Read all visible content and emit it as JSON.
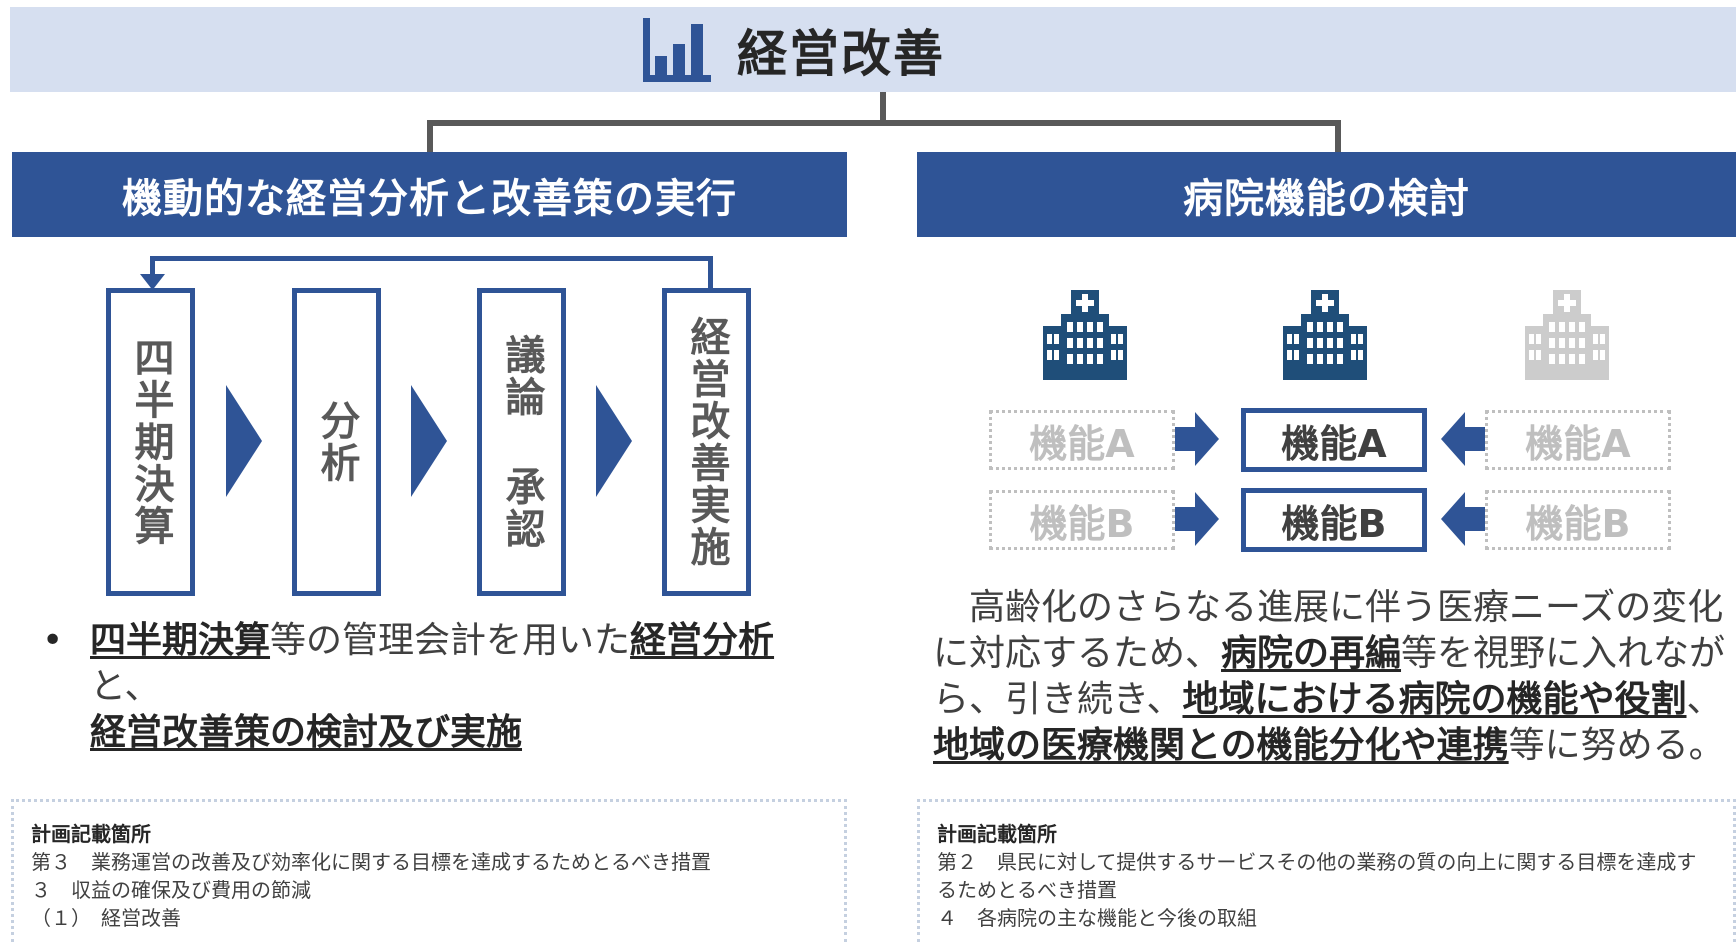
{
  "title": {
    "text": "経営改善",
    "icon": "bar-chart-icon"
  },
  "left": {
    "header": "機動的な経営分析と改善策の実行",
    "steps": [
      "四半期決算",
      "分析",
      "議論 承認",
      "経営改善実施"
    ],
    "bullet": {
      "part1": "四半期決算",
      "part2": "等の管理会計を用いた",
      "part3": "経営分析",
      "part4": "と、",
      "part5": "経営改善策の検討及び実施"
    },
    "plan": {
      "title": "計画記載箇所",
      "lines": [
        "第３　業務運営の改善及び効率化に関する目標を達成するためとるべき措置",
        "３　収益の確保及び費用の節減",
        "（１）　経営改善"
      ]
    }
  },
  "right": {
    "header": "病院機能の検討",
    "icons": [
      "hospital-icon",
      "hospital-icon",
      "hospital-icon"
    ],
    "functions": {
      "a": "機能A",
      "b": "機能B"
    },
    "paragraph": {
      "p1": "高齢化のさらなる進展に伴う医療ニーズの変化に対応するため、",
      "p2": "病院の再編",
      "p3": "等を視野に入れながら、引き続き、",
      "p4": "地域における病院の機能や役割",
      "p5": "、",
      "p6": "地域の医療機関との機能分化や連携",
      "p7": "等に努める。"
    },
    "plan": {
      "title": "計画記載箇所",
      "lines": [
        "第２　県民に対して提供するサービスその他の業務の質の向上に関する目標を達成す",
        "るためとるべき措置",
        "４　各病院の主な機能と今後の取組"
      ]
    }
  },
  "colors": {
    "primary": "#2f5496",
    "title_band": "#d6dff0",
    "connector": "#595959",
    "dim": "#bfbfbf"
  }
}
